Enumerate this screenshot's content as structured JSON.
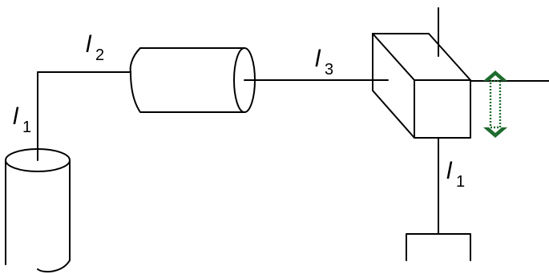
{
  "labels": {
    "l1_left": {
      "letter": "l",
      "subscript": "1"
    },
    "l2": {
      "letter": "l",
      "subscript": "2"
    },
    "l3": {
      "letter": "l",
      "subscript": "3"
    },
    "l1_right": {
      "letter": "l",
      "subscript": "1"
    }
  },
  "colors": {
    "line": "#000000",
    "arrow": "#1e6b2e",
    "background": "#ffffff"
  },
  "icons": {
    "arrow": "vertical-double-arrow-icon"
  }
}
